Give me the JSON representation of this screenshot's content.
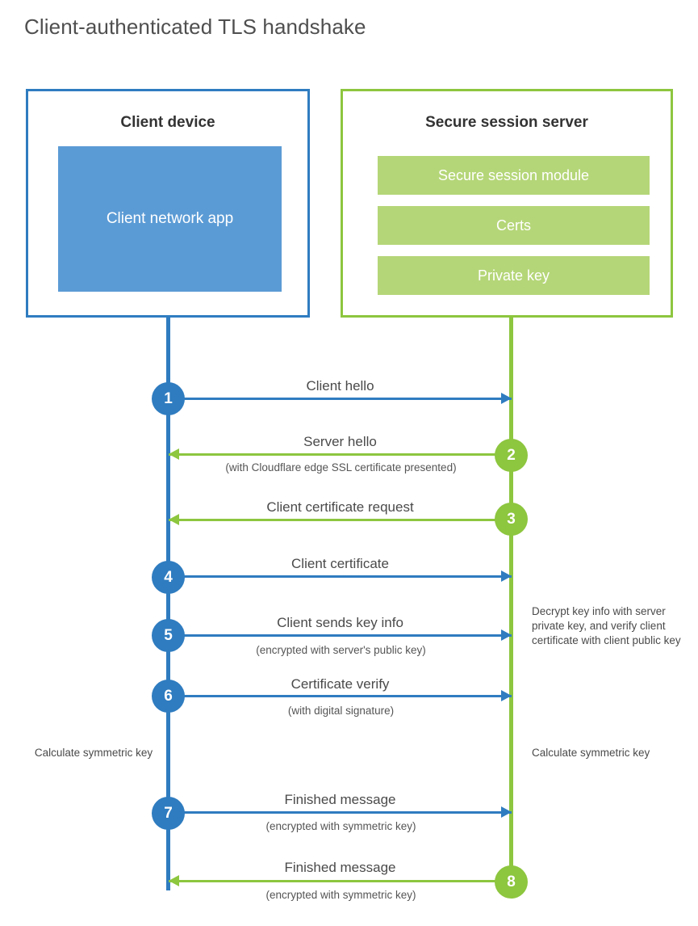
{
  "diagram": {
    "title": "Client-authenticated TLS handshake",
    "colors": {
      "client_blue": "#2f7cc0",
      "client_app_blue": "#5b9bd5",
      "server_green": "#8dc63f",
      "server_bar_green": "#b5d678",
      "text_gray": "#4a4a4a"
    }
  },
  "client_box": {
    "title": "Client device",
    "app_label": "Client network app"
  },
  "server_box": {
    "title": "Secure session server",
    "components": [
      "Secure session module",
      "Certs",
      "Private key"
    ]
  },
  "steps": [
    {
      "number": "1",
      "label": "Client hello",
      "sublabel": "",
      "direction": "client-to-server",
      "color": "blue"
    },
    {
      "number": "2",
      "label": "Server hello",
      "sublabel": "(with Cloudflare edge SSL certificate presented)",
      "direction": "server-to-client",
      "color": "green"
    },
    {
      "number": "3",
      "label": "Client certificate request",
      "sublabel": "",
      "direction": "server-to-client",
      "color": "green"
    },
    {
      "number": "4",
      "label": "Client certificate",
      "sublabel": "",
      "direction": "client-to-server",
      "color": "blue"
    },
    {
      "number": "5",
      "label": "Client sends key info",
      "sublabel": "(encrypted with server's public key)",
      "direction": "client-to-server",
      "color": "blue"
    },
    {
      "number": "6",
      "label": "Certificate verify",
      "sublabel": "(with digital signature)",
      "direction": "client-to-server",
      "color": "blue"
    },
    {
      "number": "7",
      "label": "Finished message",
      "sublabel": "(encrypted with symmetric key)",
      "direction": "client-to-server",
      "color": "blue"
    },
    {
      "number": "8",
      "label": "Finished message",
      "sublabel": "(encrypted with symmetric key)",
      "direction": "server-to-client",
      "color": "green"
    }
  ],
  "annotations": {
    "server_decrypt": "Decrypt key info with server private key, and verify client certificate with client public key",
    "client_calculate": "Calculate symmetric key",
    "server_calculate": "Calculate symmetric key"
  }
}
